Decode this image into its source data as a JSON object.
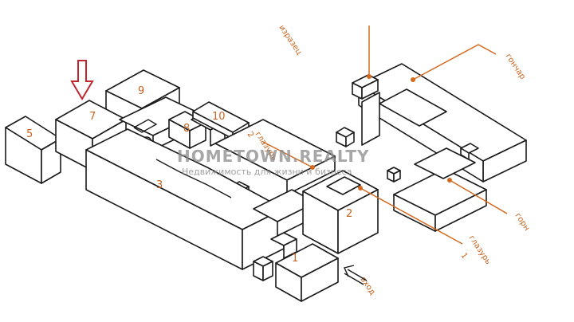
{
  "blocks": {
    "b1": "1",
    "b2": "2",
    "b3": "3",
    "b5": "5",
    "b6": "6",
    "b7": "7",
    "b8": "8",
    "b9": "9",
    "b10": "10"
  },
  "labels": {
    "izrazets": "изразец",
    "gonchar": "гончар",
    "glazur2_word": "глазурь",
    "glazur2_num": "2",
    "glazur1_word": "глазурь",
    "glazur1_num": "1",
    "gorn": "горн",
    "vkhod": "вход"
  },
  "watermark": {
    "title": "HOMETOWN.REALTY",
    "subtitle": "Недвижимость для жизни и бизнеса"
  },
  "colors": {
    "accent": "#d46a1f",
    "marker": "#c0262d",
    "line": "#1a1a1a"
  },
  "icons": {
    "pointer": "arrow-down-icon",
    "entrance": "double-arrow-icon"
  }
}
